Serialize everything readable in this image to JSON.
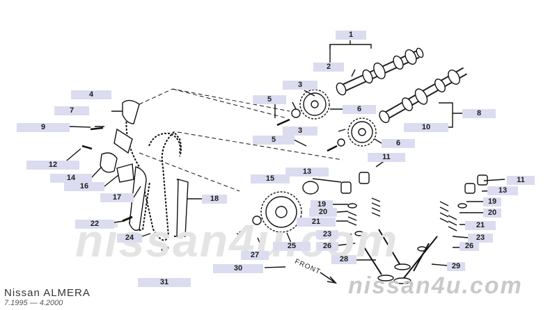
{
  "footer": {
    "model": "Nissan ALMERA",
    "years": "7.1995 — 4.2000"
  },
  "diagram": {
    "front_label": "FRONT",
    "watermark_center": "nissan4u.com",
    "watermark_bottom": "nissan4u.com"
  },
  "parts": [
    "1",
    "2",
    "3",
    "4",
    "5",
    "6",
    "7",
    "8",
    "9",
    "10",
    "11",
    "12",
    "13",
    "14",
    "15",
    "16",
    "17",
    "18",
    "19",
    "20",
    "21",
    "22",
    "23",
    "24",
    "25",
    "26",
    "27",
    "28",
    "29",
    "30",
    "31"
  ],
  "callouts": [
    {
      "label": "1"
    },
    {
      "label": "2"
    },
    {
      "label": "3"
    },
    {
      "label": "4"
    },
    {
      "label": "5"
    },
    {
      "label": "6"
    },
    {
      "label": "7"
    },
    {
      "label": "8"
    },
    {
      "label": "9"
    },
    {
      "label": "10"
    },
    {
      "label": "3"
    },
    {
      "label": "5"
    },
    {
      "label": "6"
    },
    {
      "label": "11"
    },
    {
      "label": "12"
    },
    {
      "label": "13"
    },
    {
      "label": "14"
    },
    {
      "label": "15"
    },
    {
      "label": "16"
    },
    {
      "label": "17"
    },
    {
      "label": "18"
    },
    {
      "label": "19"
    },
    {
      "label": "20"
    },
    {
      "label": "21"
    },
    {
      "label": "22"
    },
    {
      "label": "23"
    },
    {
      "label": "24"
    },
    {
      "label": "25"
    },
    {
      "label": "26"
    },
    {
      "label": "27"
    },
    {
      "label": "28"
    },
    {
      "label": "30"
    },
    {
      "label": "31"
    },
    {
      "label": "11"
    },
    {
      "label": "13"
    },
    {
      "label": "19"
    },
    {
      "label": "20"
    },
    {
      "label": "21"
    },
    {
      "label": "23"
    },
    {
      "label": "26"
    },
    {
      "label": "29"
    }
  ]
}
